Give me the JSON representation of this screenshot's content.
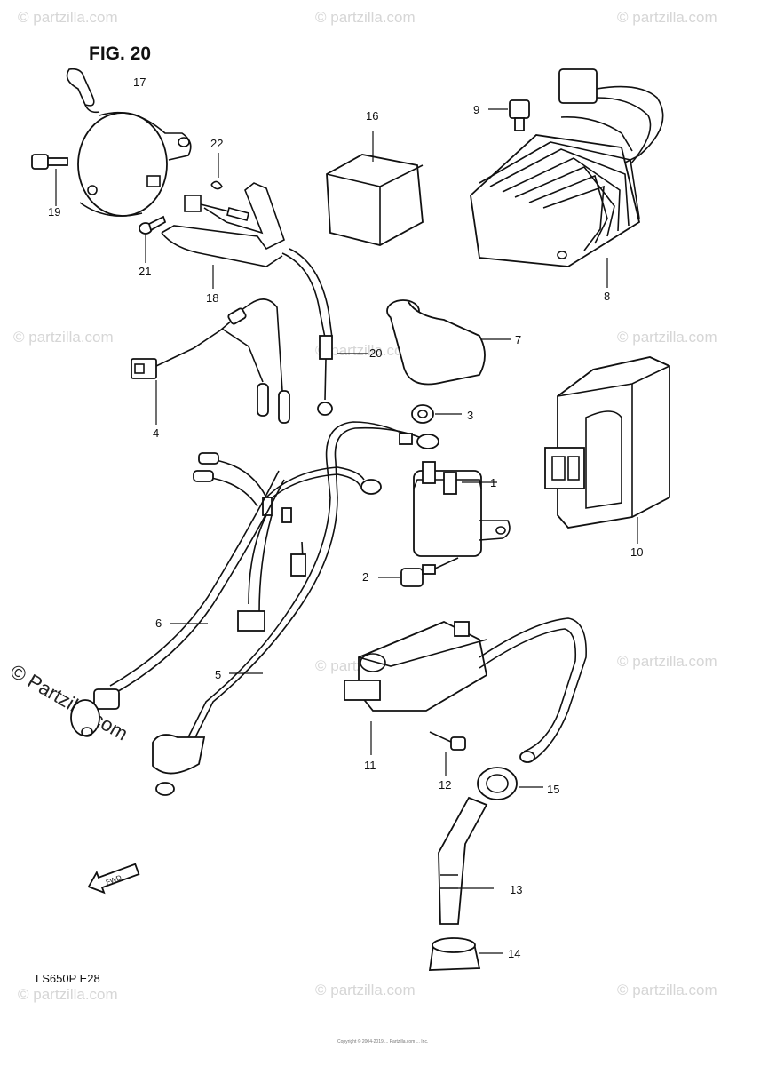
{
  "figure": {
    "title": "FIG. 20",
    "model_code": "LS650P  E28",
    "fwd_label": "FWD"
  },
  "watermark": {
    "text": "© partzilla.com",
    "large_text": "© Partzilla.com"
  },
  "footer_text": "Copyright © 2004-2019 ... Partzilla.com ... Inc.",
  "parts": [
    {
      "number": "1"
    },
    {
      "number": "2"
    },
    {
      "number": "3"
    },
    {
      "number": "4"
    },
    {
      "number": "5"
    },
    {
      "number": "6"
    },
    {
      "number": "7"
    },
    {
      "number": "8"
    },
    {
      "number": "9"
    },
    {
      "number": "10"
    },
    {
      "number": "11"
    },
    {
      "number": "12"
    },
    {
      "number": "13"
    },
    {
      "number": "14"
    },
    {
      "number": "15"
    },
    {
      "number": "16"
    },
    {
      "number": "17"
    },
    {
      "number": "18"
    },
    {
      "number": "19"
    },
    {
      "number": "20"
    },
    {
      "number": "21"
    },
    {
      "number": "22"
    }
  ]
}
